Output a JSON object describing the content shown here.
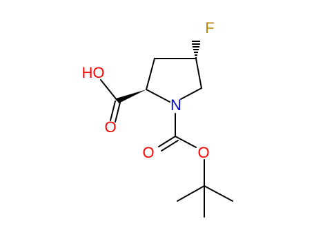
{
  "atoms": [
    {
      "id": "F",
      "label": "F",
      "color": "#B8860B"
    },
    {
      "id": "OH",
      "label": "HO",
      "color": "#FF0000"
    },
    {
      "id": "O_acid",
      "label": "O",
      "color": "#FF0000"
    },
    {
      "id": "N",
      "label": "N",
      "color": "#0000CC"
    },
    {
      "id": "O_carbonyl",
      "label": "O",
      "color": "#FF0000"
    },
    {
      "id": "O_ester",
      "label": "O",
      "color": "#FF0000"
    }
  ],
  "colors": {
    "bond": "#000000",
    "background": "#FFFFFF"
  }
}
